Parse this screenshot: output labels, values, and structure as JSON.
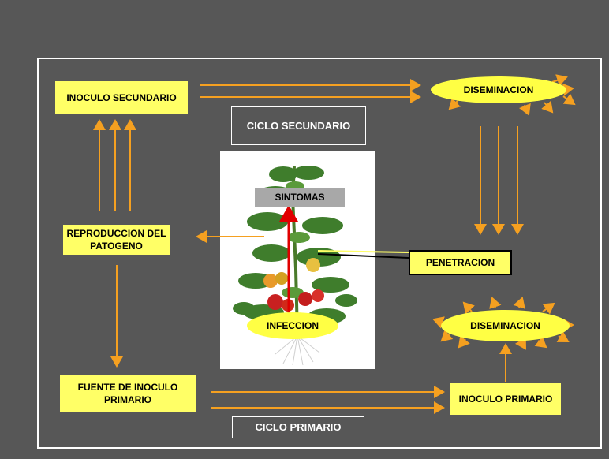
{
  "diagram": {
    "inoculo_secundario": "INOCULO SECUNDARIO",
    "diseminacion_top": "DISEMINACION",
    "ciclo_secundario": "CICLO SECUNDARIO",
    "reproduccion": "REPRODUCCION DEL PATOGENO",
    "sintomas": "SINTOMAS",
    "penetracion": "PENETRACION",
    "infeccion": "INFECCION",
    "diseminacion_bottom": "DISEMINACION",
    "fuente_inoculo": "FUENTE DE INOCULO PRIMARIO",
    "inoculo_primario": "INOCULO PRIMARIO",
    "ciclo_primario": "CICLO  PRIMARIO"
  },
  "colors": {
    "background": "#575757",
    "arrow": "#f5a020",
    "box_fill": "#ffff66",
    "infection_arrow": "#e00000"
  },
  "icons": {
    "plant": "tomato-plant-illustration"
  }
}
